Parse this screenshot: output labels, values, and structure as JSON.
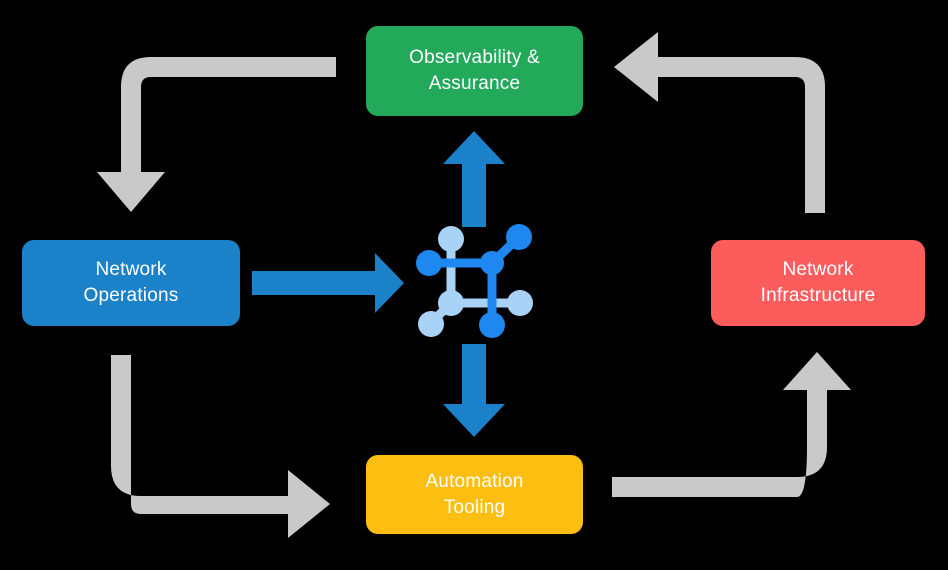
{
  "diagram": {
    "title": "Network lifecycle closed-loop diagram",
    "background_color": "#000000",
    "gray_arrow_color": "#c9c9c9",
    "blue_arrow_color": "#1b81c8",
    "center_icon": {
      "name": "network-topology-icon",
      "node_color_primary": "#1e88f0",
      "node_color_secondary": "#a9d2f7"
    },
    "nodes": [
      {
        "id": "observability",
        "label": "Observability &\nAssurance",
        "color": "#22a95a",
        "text_color": "#ffffff",
        "position": "top"
      },
      {
        "id": "operations",
        "label": "Network\nOperations",
        "color": "#1b81c8",
        "text_color": "#ffffff",
        "position": "left"
      },
      {
        "id": "infrastructure",
        "label": "Network\nInfrastructure",
        "color": "#fc5c5c",
        "text_color": "#ffffff",
        "position": "right"
      },
      {
        "id": "automation",
        "label": "Automation\nTooling",
        "color": "#fdbe12",
        "text_color": "#ffffff",
        "position": "bottom"
      }
    ],
    "connectors": [
      {
        "id": "observability-to-operations",
        "style": "gray-elbow",
        "from": "observability",
        "to": "operations",
        "direction": "down"
      },
      {
        "id": "operations-to-automation",
        "style": "gray-elbow",
        "from": "operations",
        "to": "automation",
        "direction": "right"
      },
      {
        "id": "infrastructure-to-observability",
        "style": "gray-elbow",
        "from": "infrastructure",
        "to": "observability",
        "direction": "left"
      },
      {
        "id": "automation-to-infrastructure",
        "style": "gray-elbow",
        "from": "automation",
        "to": "infrastructure",
        "direction": "up"
      },
      {
        "id": "operations-to-center",
        "style": "blue-straight",
        "from": "operations",
        "to": "center",
        "direction": "right"
      },
      {
        "id": "center-to-observability",
        "style": "blue-straight",
        "from": "center",
        "to": "observability",
        "direction": "up"
      },
      {
        "id": "center-to-automation",
        "style": "blue-straight",
        "from": "center",
        "to": "automation",
        "direction": "down"
      }
    ]
  }
}
